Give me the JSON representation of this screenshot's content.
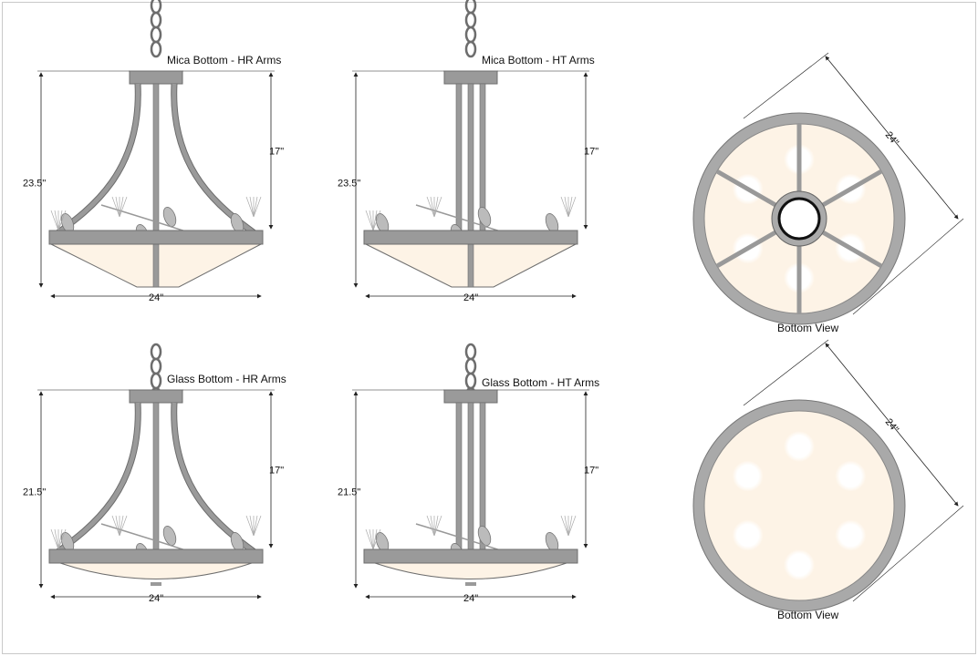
{
  "colors": {
    "metal": "#9a9a9a",
    "metal_edge": "#6d6d6d",
    "shade": "#fdf3e6",
    "glow": "#ffffff",
    "line": "#222222"
  },
  "panels": [
    {
      "title": "Mica Bottom - HR Arms",
      "arms": "HR",
      "bottom": "mica",
      "height": "23.5\"",
      "arm_height": "17\"",
      "width": "24\""
    },
    {
      "title": "Mica Bottom - HT Arms",
      "arms": "HT",
      "bottom": "mica",
      "height": "23.5\"",
      "arm_height": "17\"",
      "width": "24\""
    },
    {
      "title": "Glass Bottom - HR Arms",
      "arms": "HR",
      "bottom": "glass",
      "height": "21.5\"",
      "arm_height": "17\"",
      "width": "24\""
    },
    {
      "title": "Glass Bottom - HT Arms",
      "arms": "HT",
      "bottom": "glass",
      "height": "21.5\"",
      "arm_height": "17\"",
      "width": "24\""
    }
  ],
  "bottom_views": [
    {
      "label": "Bottom View",
      "diameter": "24\"",
      "type": "mica"
    },
    {
      "label": "Bottom View",
      "diameter": "24\"",
      "type": "glass"
    }
  ]
}
